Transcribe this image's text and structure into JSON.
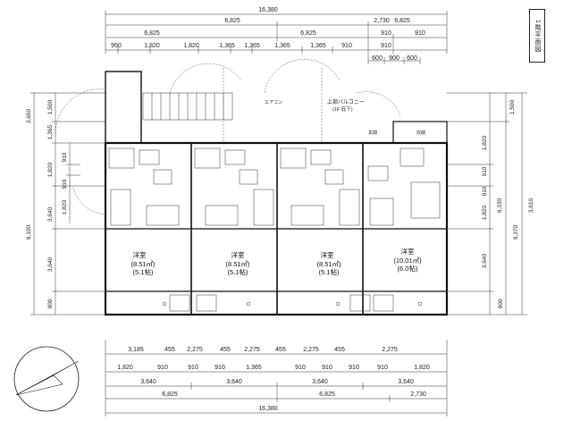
{
  "legend": "1階平面図",
  "top_dims": {
    "row1": [
      "16,380"
    ],
    "row2": [
      "6,825",
      "6,825",
      "2,730"
    ],
    "row3": [
      "6,825",
      "6,825",
      "910",
      "910"
    ],
    "row4": [
      "950",
      "1,820",
      "1,820",
      "1,365",
      "1,365",
      "1,365",
      "1,365",
      "910",
      "910"
    ],
    "row5": [
      "600",
      "900",
      "600"
    ]
  },
  "bottom_dims": {
    "row1": [
      "3,185",
      "455",
      "2,275",
      "455",
      "2,275",
      "455",
      "2,275",
      "455",
      "2,275"
    ],
    "row2": [
      "1,820",
      "910",
      "910",
      "910",
      "1,365",
      "910",
      "910",
      "910",
      "910",
      "1,820"
    ],
    "row3": [
      "3,640",
      "3,640",
      "3,640",
      "3,640"
    ],
    "row4": [
      "6,825",
      "6,825",
      "2,730"
    ],
    "row5": [
      "16,380"
    ]
  },
  "left_dims": {
    "outer": [
      "3,650",
      "9,100"
    ],
    "mid": [
      "1,500",
      "1,365",
      "1,820",
      "3,640",
      "3,640",
      "900"
    ],
    "inner": [
      "910",
      "910",
      "1,820"
    ]
  },
  "right_dims": {
    "outer": [
      "3,610"
    ],
    "mid": [
      "1,500",
      "6,330",
      "9,370"
    ],
    "inner": [
      "1,820",
      "910",
      "910",
      "1,820",
      "3,640",
      "900"
    ]
  },
  "rooms": [
    {
      "name": "洋室",
      "area": "(8.51㎡)",
      "tatami": "(5.1帖)"
    },
    {
      "name": "洋室",
      "area": "(8.51㎡)",
      "tatami": "(5.1帖)"
    },
    {
      "name": "洋室",
      "area": "(8.51㎡)",
      "tatami": "(5.1帖)"
    },
    {
      "name": "洋室",
      "area": "(10.01㎡)",
      "tatami": "(6.0帖)"
    }
  ],
  "labels": {
    "balcony": "上部バルコニー",
    "balcony_sub": "(1F 庇下)",
    "aircon": "エアコン",
    "entrance": "玄関",
    "closet": "収納"
  }
}
